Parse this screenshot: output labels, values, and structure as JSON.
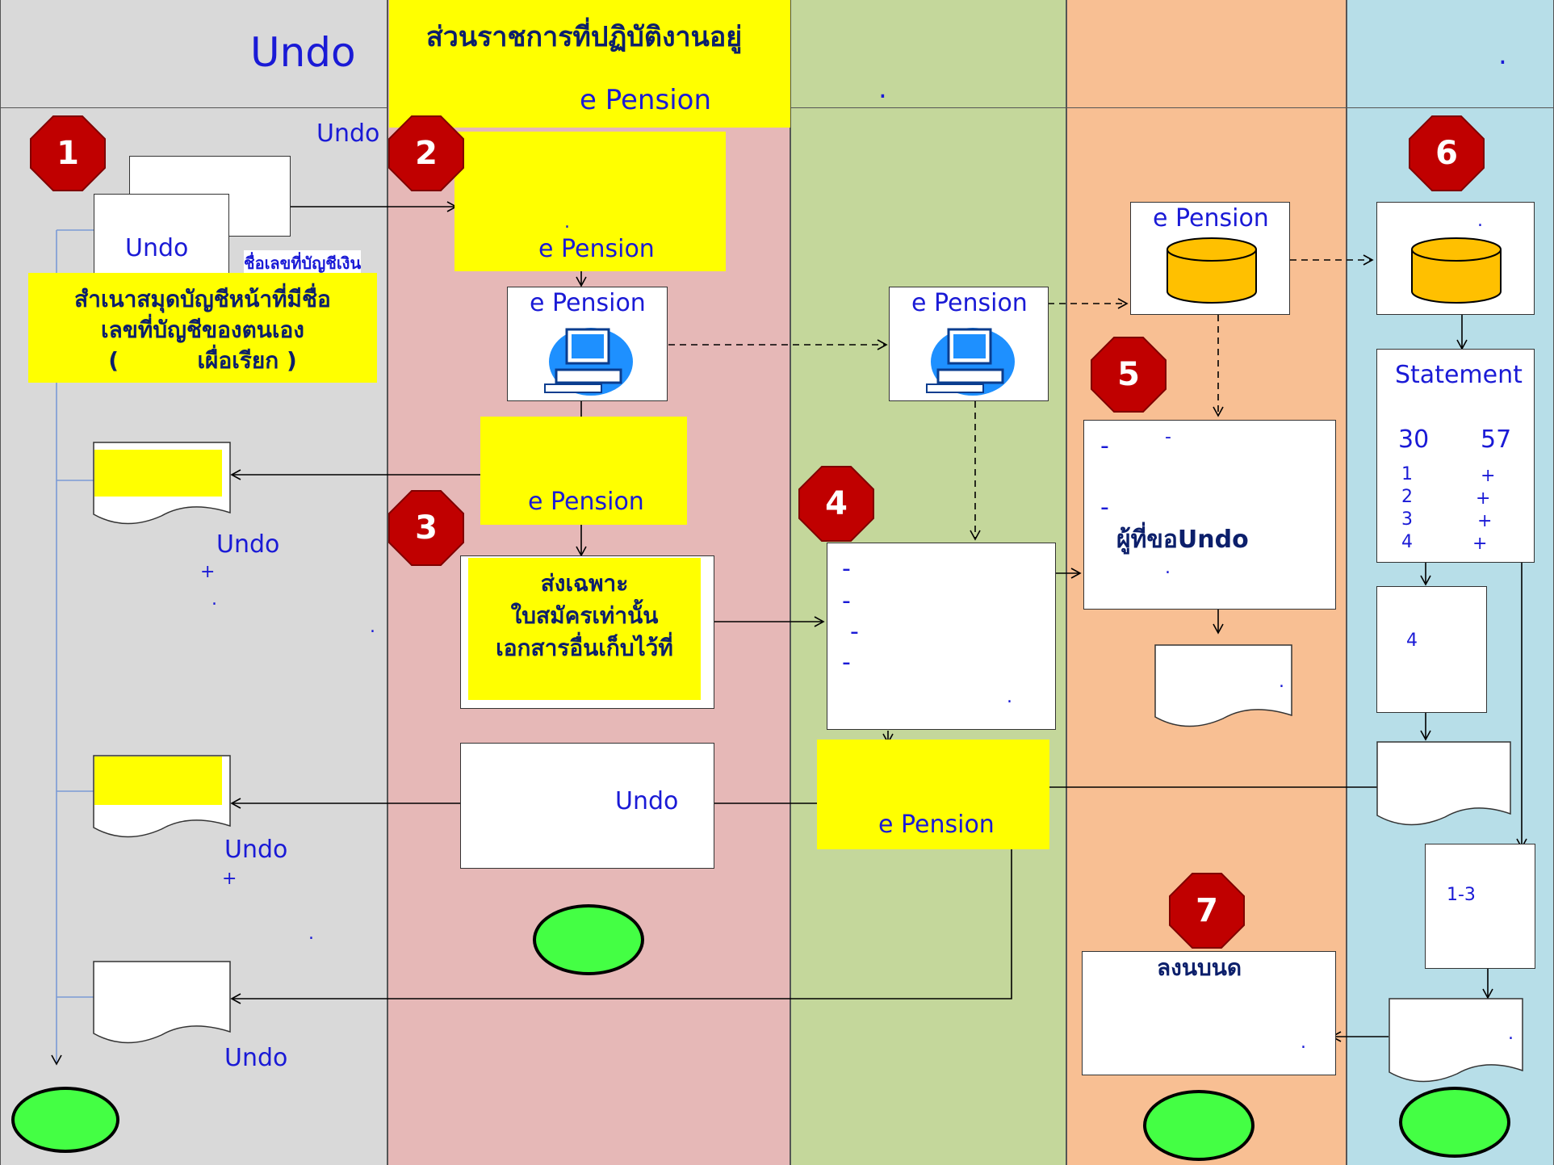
{
  "colors": {
    "lane1": "#d9d9d9",
    "lane2": "#e6b8b7",
    "lane3": "#c4d79b",
    "lane4": "#f8bf93",
    "lane5": "#b7dee8",
    "highlight": "#ffff00",
    "terminal": "#44ff44",
    "badge": "#c00000",
    "text": "#1a1ad6"
  },
  "headers": {
    "lane1": "Undo",
    "lane2_line1": "ส่วนราชการที่ปฏิบัติงานอยู่",
    "lane2_line2": "e Pension",
    "lane3": ".",
    "lane5": "."
  },
  "badges": [
    "1",
    "2",
    "3",
    "4",
    "5",
    "6",
    "7"
  ],
  "lane1": {
    "corner_label": "Undo",
    "doc_label": "Undo",
    "account_label": "ชื่อเลขที่บัญชีเงิน",
    "passbook_note": [
      "สำเนาสมุดบัญชีหน้าที่มีชื่อ",
      "เลขที่บัญชีของตนเอง",
      "(          เผื่อเรียก )"
    ],
    "label_a": "Undo",
    "label_a_plus": "+",
    "label_a_dot": ".",
    "label_a_dot2": ".",
    "label_b": "Undo",
    "label_b_plus": "+",
    "label_b_dot": ".",
    "label_c": "Undo"
  },
  "lane2": {
    "yellow_top_dot": ".",
    "yellow_top_label": "e Pension",
    "computer_label": "e Pension",
    "yellow_mid_label": "e Pension",
    "send_note": [
      "ส่งเฉพาะ",
      "ใบสมัครเท่านั้น",
      "เอกสารอื่นเก็บไว้ที่"
    ],
    "return_box_label": "Undo"
  },
  "lane3": {
    "computer_label": "e Pension",
    "checklist": [
      "-",
      "-",
      "-",
      "-"
    ],
    "checklist_dot": ".",
    "yellow_label": "e Pension"
  },
  "lane4": {
    "db_label": "e Pension",
    "box_dash1": "-",
    "box_mark": "-",
    "box_dash2": "-",
    "box_main": "ผู้ที่ขอUndo",
    "box_dot": ".",
    "doc_dot": ".",
    "final_top": "ลงนับนัด",
    "final_dot": "."
  },
  "lane5": {
    "db_label": ".",
    "statement_title": "Statement",
    "statement_num1": "30",
    "statement_num2": "57",
    "statement_rows": [
      {
        "n": "1",
        "s": "+"
      },
      {
        "n": "2",
        "s": "+"
      },
      {
        "n": "3",
        "s": "+"
      },
      {
        "n": "4",
        "s": "+"
      }
    ],
    "box4_label": "4",
    "box_range_label": "1-3",
    "doc_dot": "."
  }
}
